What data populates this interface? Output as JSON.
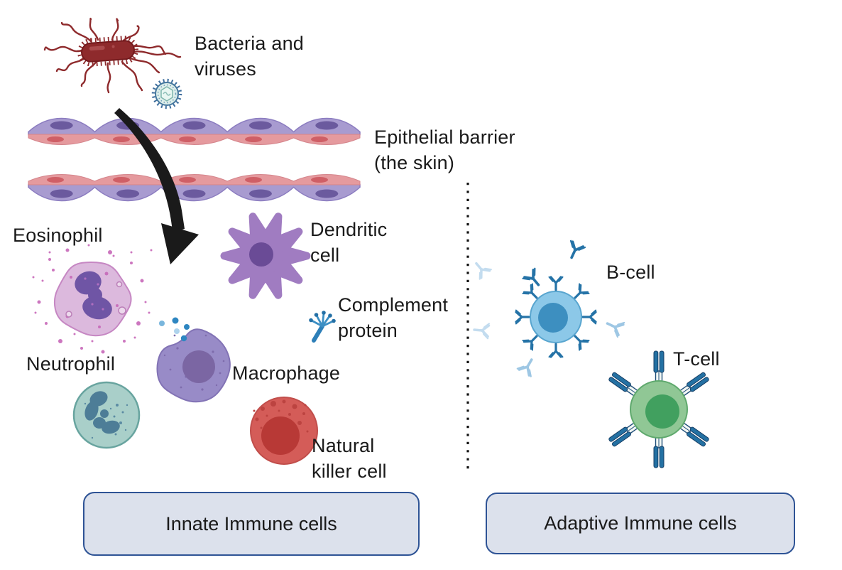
{
  "palette": {
    "bacteria_red": "#8e2a2c",
    "virus_blue": "#46789e",
    "epithelial_purple": "#a89bd0",
    "epithelial_pink": "#e59a9e",
    "eosinophil_pink": "#dcb9dd",
    "dendritic_purple": "#a07cc1",
    "macrophage_purple": "#988bc7",
    "neutrophil_teal": "#a9cfc9",
    "nk_red": "#d45c58",
    "b_cell_blue": "#8cc8e8",
    "t_cell_green": "#90c795",
    "antibody_blue": "#2573a7",
    "complement_blue": "#2d7fb8",
    "box_fill": "#dce1ec",
    "box_border": "#2e5395",
    "arrow_black": "#1a1a1a"
  },
  "pathogens": {
    "label": "Bacteria and\nviruses"
  },
  "barrier": {
    "label": "Epithelial barrier\n(the skin)"
  },
  "innate": {
    "group_label": "Innate Immune cells",
    "cells": {
      "eosinophil": {
        "label": "Eosinophil"
      },
      "neutrophil": {
        "label": "Neutrophil"
      },
      "dendritic_cell": {
        "label": "Dendritic\ncell"
      },
      "complement_protein": {
        "label": "Complement\nprotein"
      },
      "macrophage": {
        "label": "Macrophage"
      },
      "natural_killer_cell": {
        "label": "Natural\nkiller cell"
      }
    }
  },
  "adaptive": {
    "group_label": "Adaptive Immune cells",
    "cells": {
      "b_cell": {
        "label": "B-cell"
      },
      "t_cell": {
        "label": "T-cell"
      }
    }
  }
}
